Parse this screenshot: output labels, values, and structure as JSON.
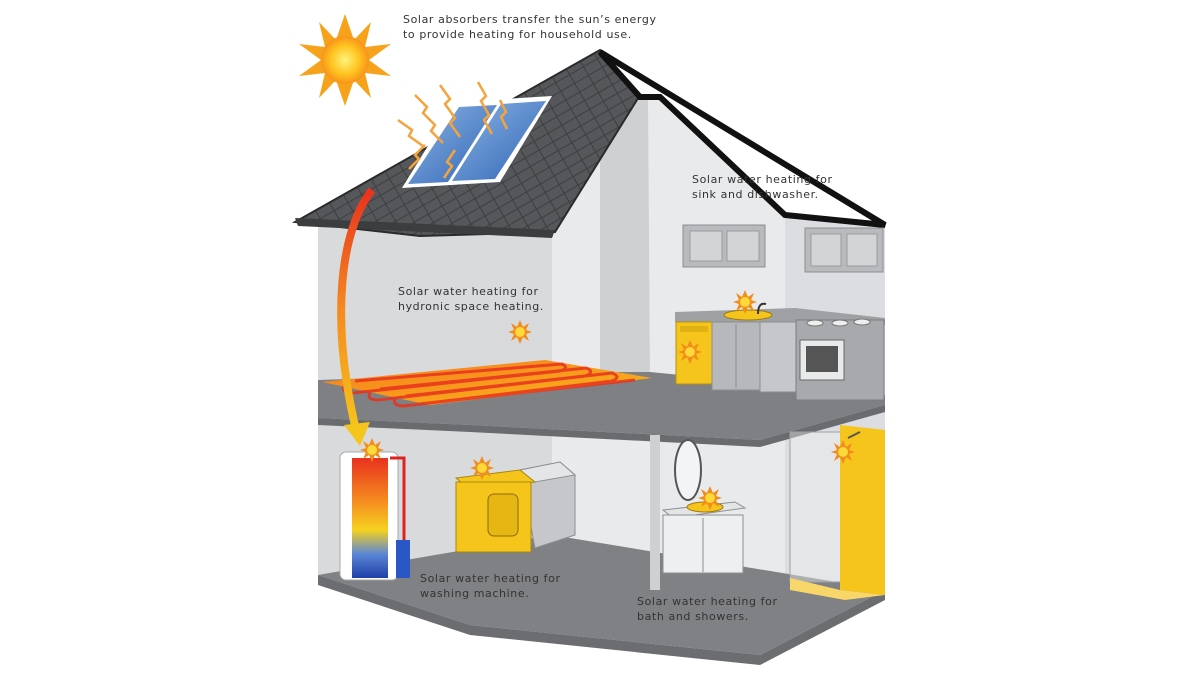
{
  "callouts": {
    "solar_absorbers": [
      "Solar absorbers transfer the sun’s energy",
      "to provide heating for household use."
    ],
    "kitchen": [
      "Solar water heating for",
      "sink and dishwasher."
    ],
    "hydronic": [
      "Solar water heating for",
      "hydronic space heating."
    ],
    "washing": [
      "Solar water heating for",
      "washing machine."
    ],
    "bath": [
      "Solar water heating for",
      "bath and showers."
    ]
  },
  "colors": {
    "sun": "#f7a21b",
    "sun_core": "#ffd93a",
    "appliance_yellow": "#f5c51c",
    "roof": "#545658",
    "floor": "#7d7e80",
    "wall": "#e6e7e9",
    "panel_blue": "#5a8fcf",
    "heat_red": "#e8321e"
  },
  "icons": [
    "sun-icon",
    "heat-burst-icon",
    "solar-panel-icon"
  ]
}
